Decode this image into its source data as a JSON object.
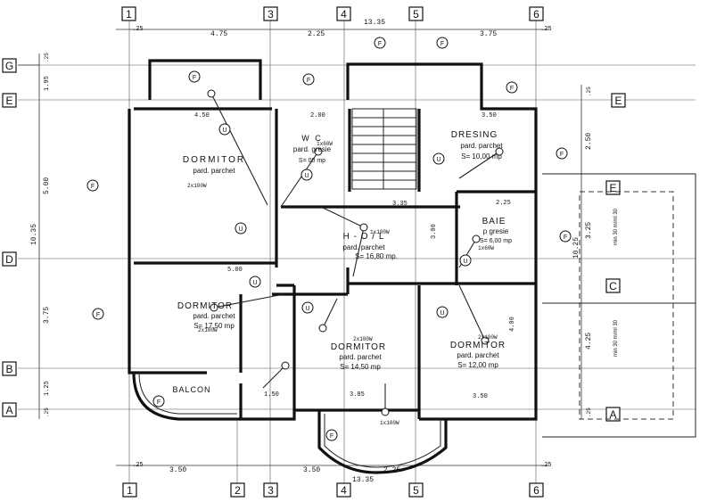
{
  "axes": {
    "top": [
      "1",
      "3",
      "4",
      "5",
      "6"
    ],
    "bottom": [
      "1",
      "2",
      "3",
      "4",
      "5",
      "6"
    ],
    "left": [
      "G",
      "E",
      "D",
      "B",
      "A"
    ],
    "right": [
      "E",
      "E",
      "C",
      "A"
    ]
  },
  "dims": {
    "top_total": "13.35",
    "top": [
      "4.75",
      "2.25",
      "3.75",
      ".25",
      ".25"
    ],
    "bottom_total": "13.35",
    "bottom": [
      "3.50",
      "3.50",
      "2.25",
      ".25",
      ".25"
    ],
    "left_total": "10.35",
    "left": [
      "1.95",
      "5.00",
      "3.75",
      "1.25",
      ".25",
      ".25"
    ],
    "right": [
      ".25",
      "2.50",
      "3.25",
      "10.25",
      "4.25",
      ".25"
    ]
  },
  "rooms": [
    {
      "name": "DORMITOR",
      "floor": "pard. parchet",
      "area": ""
    },
    {
      "name": "W C",
      "floor": "pard. gresie",
      "area": "S= 00 mp"
    },
    {
      "name": "DRESING",
      "floor": "pard. parchet",
      "area": "S= 10,00 mp"
    },
    {
      "name": "H - O / L",
      "floor": "pard. parchet",
      "area": "S= 16,80 mp."
    },
    {
      "name": "BAIE",
      "floor": "p gresie",
      "area": "S= 6,00 mp"
    },
    {
      "name": "DORMITOR",
      "floor": "pard. parchet",
      "area": "S= 17,50 mp"
    },
    {
      "name": "DORMITOR",
      "floor": "pard. parchet",
      "area": "S= 14,50 mp"
    },
    {
      "name": "DORMITOR",
      "floor": "pard. parchet",
      "area": "S= 12,00 mp"
    },
    {
      "name": "BALCON",
      "floor": "",
      "area": ""
    }
  ],
  "room_dims": [
    "4.50",
    "2.00",
    "3.50",
    "3.35",
    "2.25",
    "3.00",
    "3.85",
    "3.50",
    "1.50",
    "4.00",
    "5.00"
  ],
  "fixture_labels": [
    "2x100W",
    "1x60W",
    "1x100W",
    "2x100W",
    "1x60W",
    "1x100W",
    "2x100W",
    "2x100W"
  ],
  "side_notes": [
    "min 30 m/ml 30",
    "min 30 m/ml 30"
  ],
  "symbols": {
    "lamp": "F",
    "outlet": "U"
  }
}
